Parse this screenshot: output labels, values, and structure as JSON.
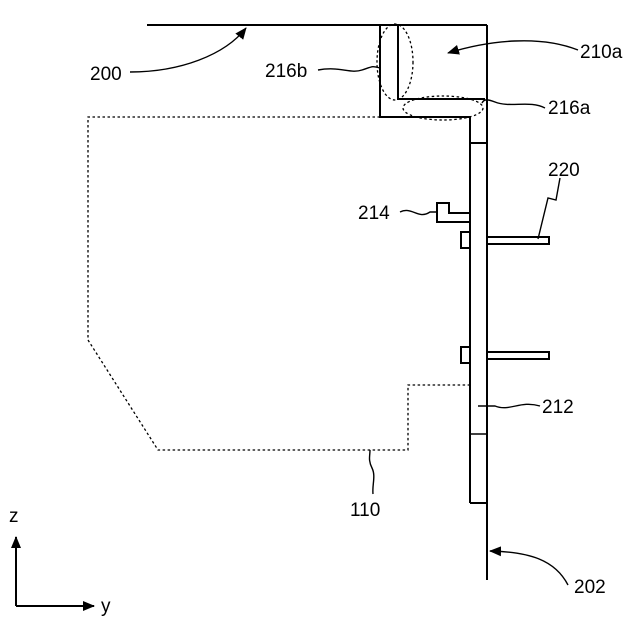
{
  "figure": {
    "labels": {
      "ref_200": "200",
      "ref_216b": "216b",
      "ref_210a": "210a",
      "ref_216a": "216a",
      "ref_220": "220",
      "ref_214": "214",
      "ref_212": "212",
      "ref_110": "110",
      "ref_202": "202"
    },
    "axes": {
      "z": "z",
      "y": "y"
    }
  }
}
